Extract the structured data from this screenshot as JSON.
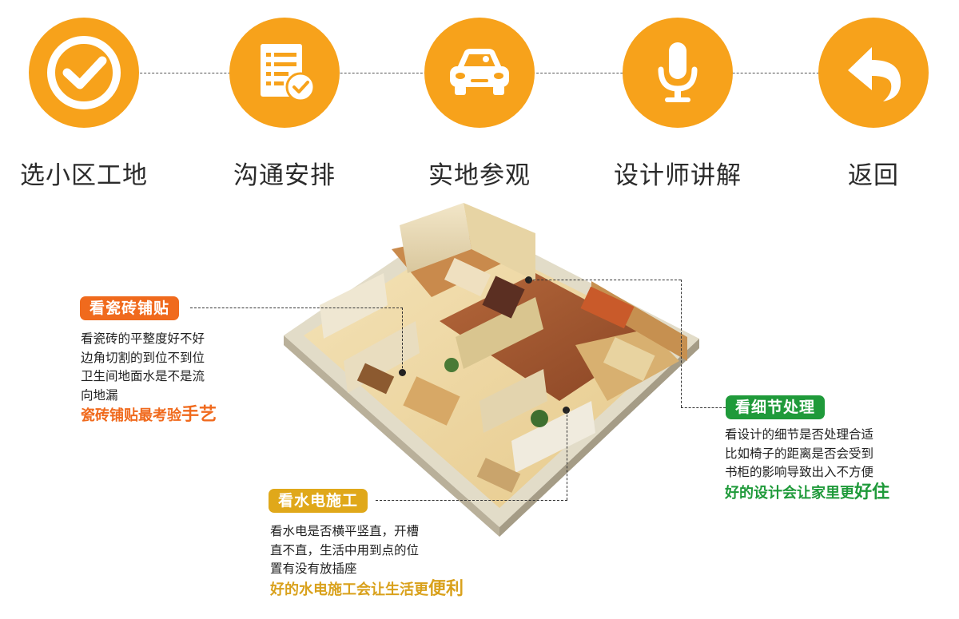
{
  "steps": [
    {
      "label": "选小区工地",
      "icon": "checkmark-icon"
    },
    {
      "label": "沟通安排",
      "icon": "checklist-icon"
    },
    {
      "label": "实地参观",
      "icon": "car-icon"
    },
    {
      "label": "设计师讲解",
      "icon": "microphone-icon"
    },
    {
      "label": "返回",
      "icon": "return-arrow-icon"
    }
  ],
  "annotations": {
    "tiles": {
      "tag": "看瓷砖铺贴",
      "lines": [
        "看瓷砖的平整度好不好",
        "边角切割的到位不到位",
        "卫生间地面水是不是流",
        "向地漏"
      ],
      "highlight": "瓷砖铺贴最考验",
      "highlight_big": "手艺"
    },
    "details": {
      "tag": "看细节处理",
      "lines": [
        "看设计的细节是否处理合适",
        "比如椅子的距离是否会受到",
        "书柜的影响导致出入不方便"
      ],
      "highlight": "好的设计会让家里更",
      "highlight_big": "好住"
    },
    "plumbing": {
      "tag": "看水电施工",
      "lines": [
        "看水电是否横平竖直，开槽",
        "直不直，生活中用到点的位",
        "置有没有放插座"
      ],
      "highlight": "好的水电施工会让生活更",
      "highlight_big": "便利"
    }
  },
  "colors": {
    "step_orange": "#f7a21b",
    "tiles_tag": "#f06a1d",
    "details_tag": "#1f9a3a",
    "plumbing_tag": "#e0a81a"
  }
}
